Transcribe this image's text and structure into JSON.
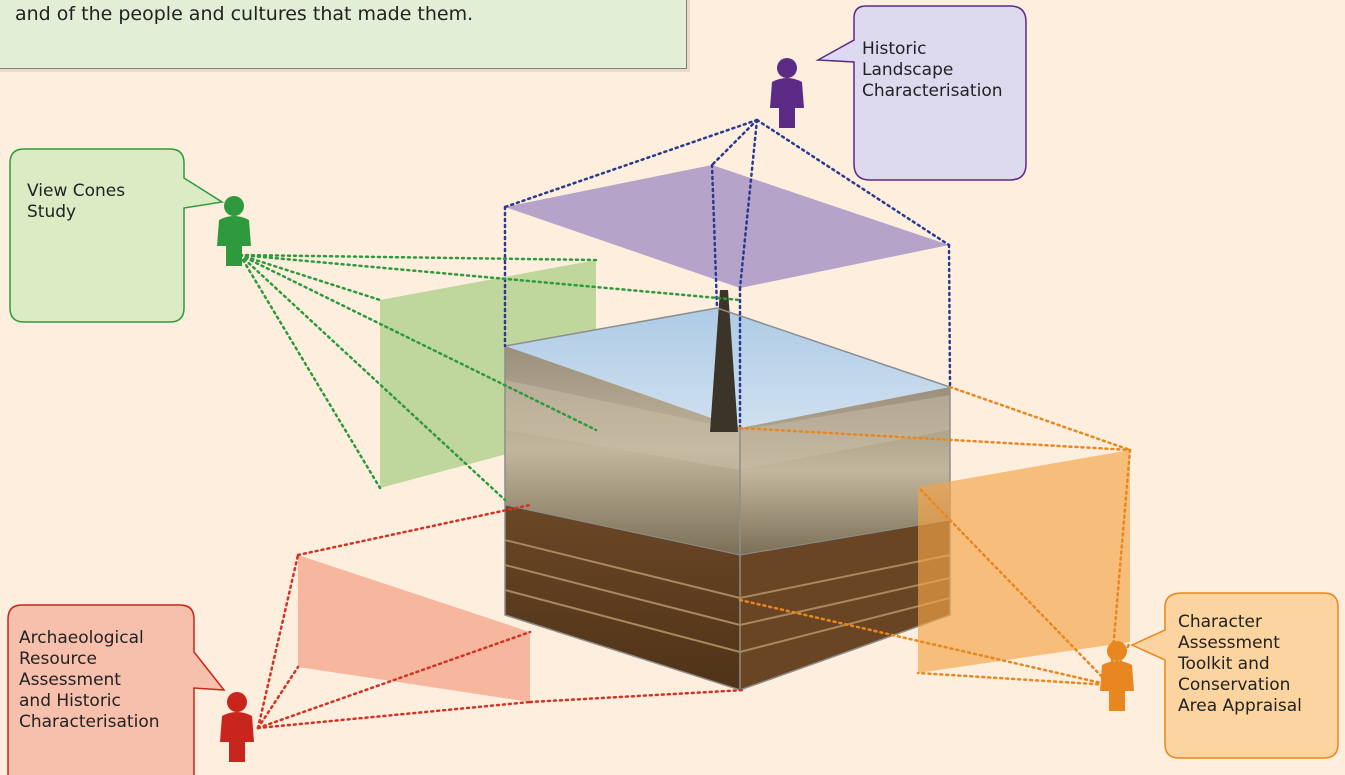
{
  "intro": {
    "text": "and of the people and cultures that made them."
  },
  "labels": {
    "historic_landscape": [
      "Historic",
      "Landscape",
      "Characterisation"
    ],
    "view_cones": [
      "View Cones",
      "Study"
    ],
    "archaeological": [
      "Archaeological",
      "Resource",
      "Assessment",
      "and Historic",
      "Characterisation"
    ],
    "character_assessment": [
      "Character",
      "Assessment",
      "Toolkit and",
      "Conservation",
      "Area Appraisal"
    ]
  },
  "colors": {
    "background": "#fdeedd",
    "historic_landscape": "#5c2b86",
    "view_cones": "#2e9a3d",
    "archaeological": "#c8251c",
    "character_assessment": "#e8871f"
  }
}
